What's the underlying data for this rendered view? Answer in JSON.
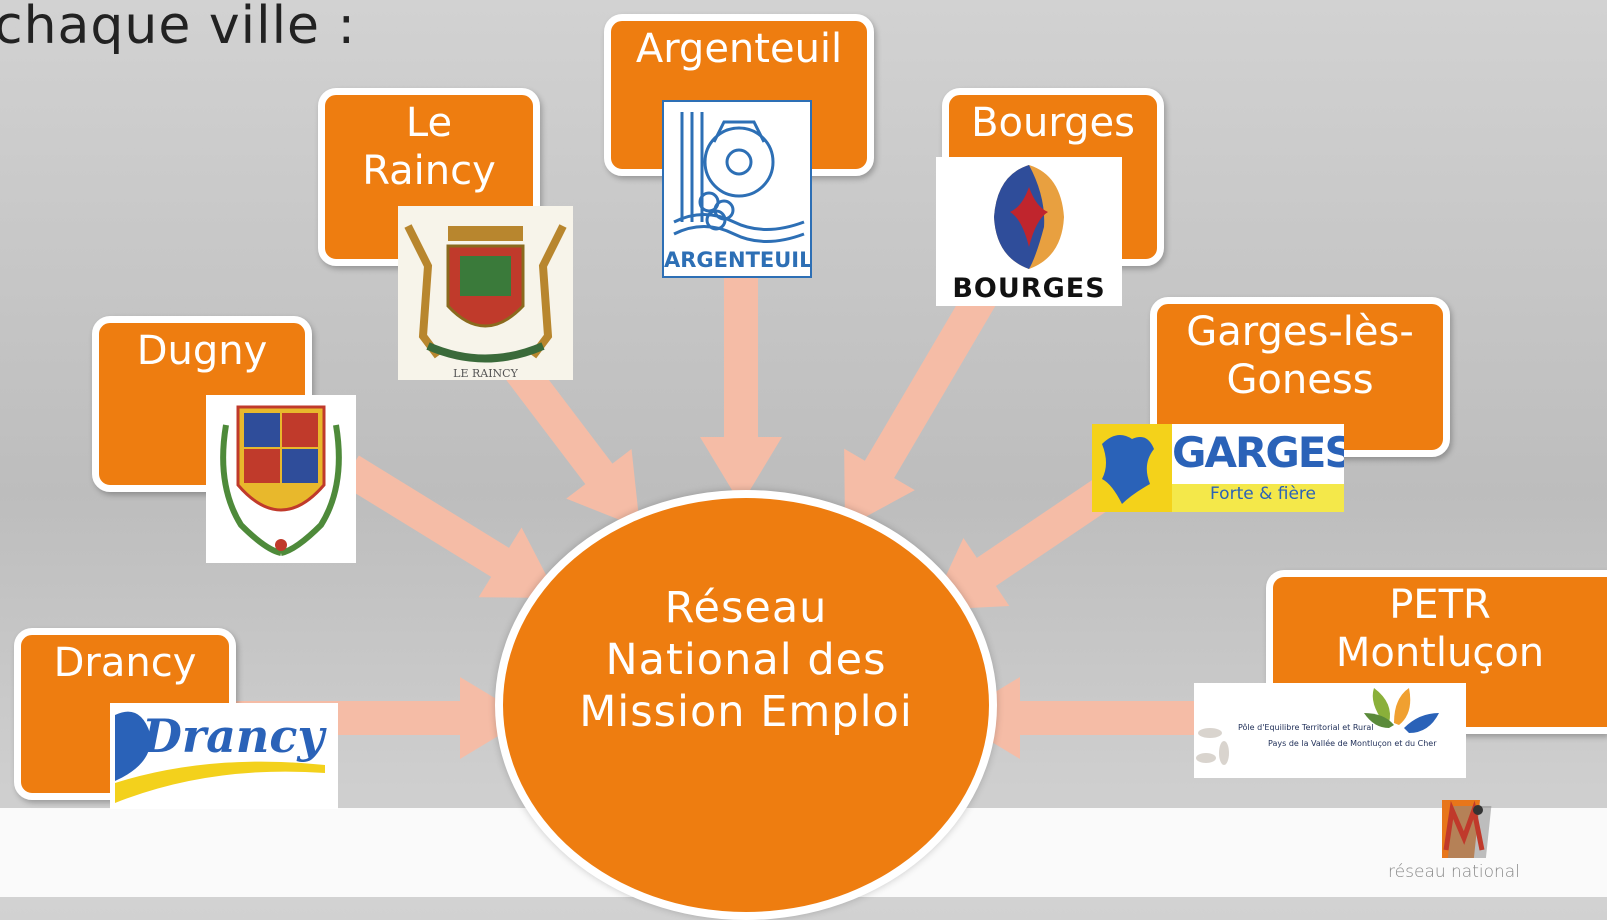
{
  "heading": "chaque ville :",
  "center": {
    "label": "Réseau\nNational des\nMission Emploi"
  },
  "cities": {
    "argenteuil": {
      "label": "Argenteuil",
      "logo_text": "ARGENTEUIL"
    },
    "le_raincy": {
      "label": "Le\nRaincy",
      "logo_text": "LE RAINCY"
    },
    "bourges": {
      "label": "Bourges",
      "logo_text": "BOURGES"
    },
    "dugny": {
      "label": "Dugny"
    },
    "garges": {
      "label": "Garges-lès-\nGoness",
      "logo_text": "GARGES",
      "logo_tagline": "Forte & fière"
    },
    "drancy": {
      "label": "Drancy",
      "logo_text": "Drancy"
    },
    "petr": {
      "label": "PETR\nMontluçon",
      "logo_line1": "Pôle d'Equilibre Territorial et Rural",
      "logo_line2": "Pays de la Vallée de Montluçon et du Cher"
    }
  },
  "footer_logo": {
    "text": "réseau national"
  },
  "colors": {
    "box": "#ee7d10",
    "arrow": "#f5bca6",
    "border": "#ffffff"
  }
}
